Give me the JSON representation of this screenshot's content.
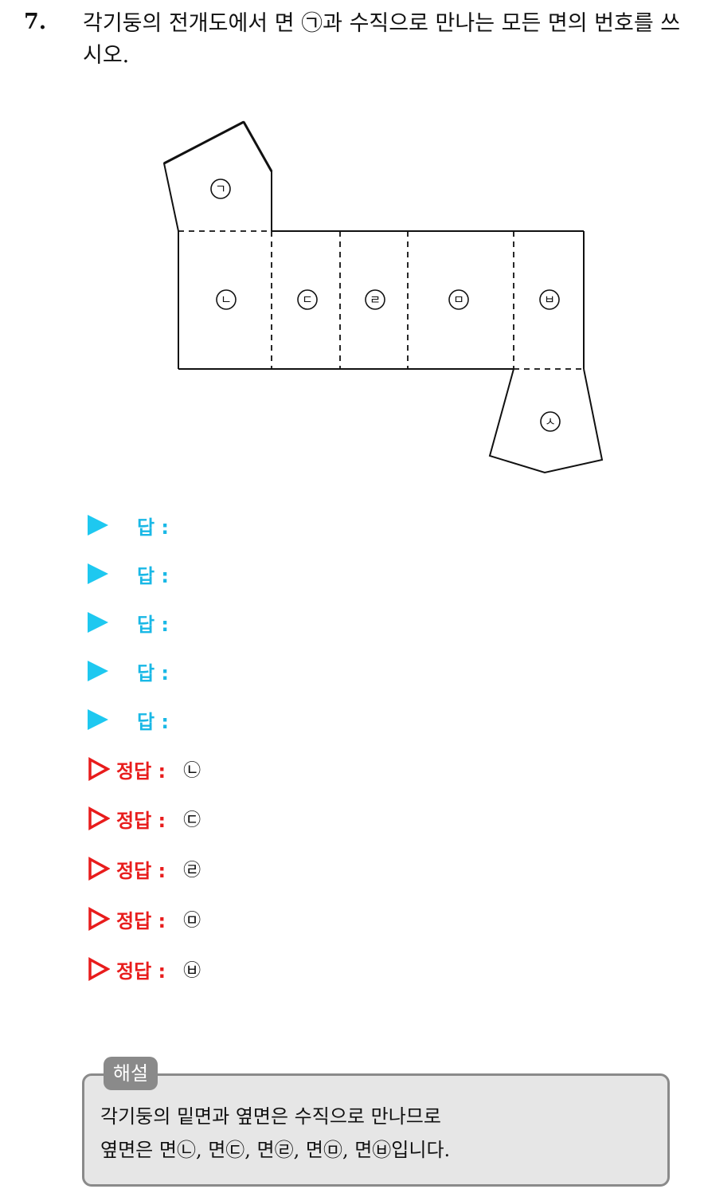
{
  "question": {
    "number": "7.",
    "text": "각기둥의 전개도에서 면 ㉠과 수직으로 만나는 모든 면의 번호를 쓰시오."
  },
  "figure": {
    "labels": {
      "a": "ㄱ",
      "b": "ㄴ",
      "c": "ㄷ",
      "d": "ㄹ",
      "e": "ㅁ",
      "f": "ㅂ",
      "g": "ㅅ"
    }
  },
  "answers": [
    {
      "label": "답 :"
    },
    {
      "label": "답 :"
    },
    {
      "label": "답 :"
    },
    {
      "label": "답 :"
    },
    {
      "label": "답 :"
    }
  ],
  "correct": [
    {
      "label": "정답 :",
      "value": "㉡"
    },
    {
      "label": "정답 :",
      "value": "㉢"
    },
    {
      "label": "정답 :",
      "value": "㉣"
    },
    {
      "label": "정답 :",
      "value": "㉤"
    },
    {
      "label": "정답 :",
      "value": "㉥"
    }
  ],
  "explanation": {
    "tag": "해설",
    "line1": "각기둥의 밑면과 옆면은 수직으로 만나므로",
    "line2": "옆면은 면㉡, 면㉢, 면㉣, 면㉤, 면㉥입니다."
  },
  "colors": {
    "answer": "#19b8e6",
    "correct": "#e81c1c",
    "box": "#e6e6e6",
    "border": "#8a8a8a"
  }
}
